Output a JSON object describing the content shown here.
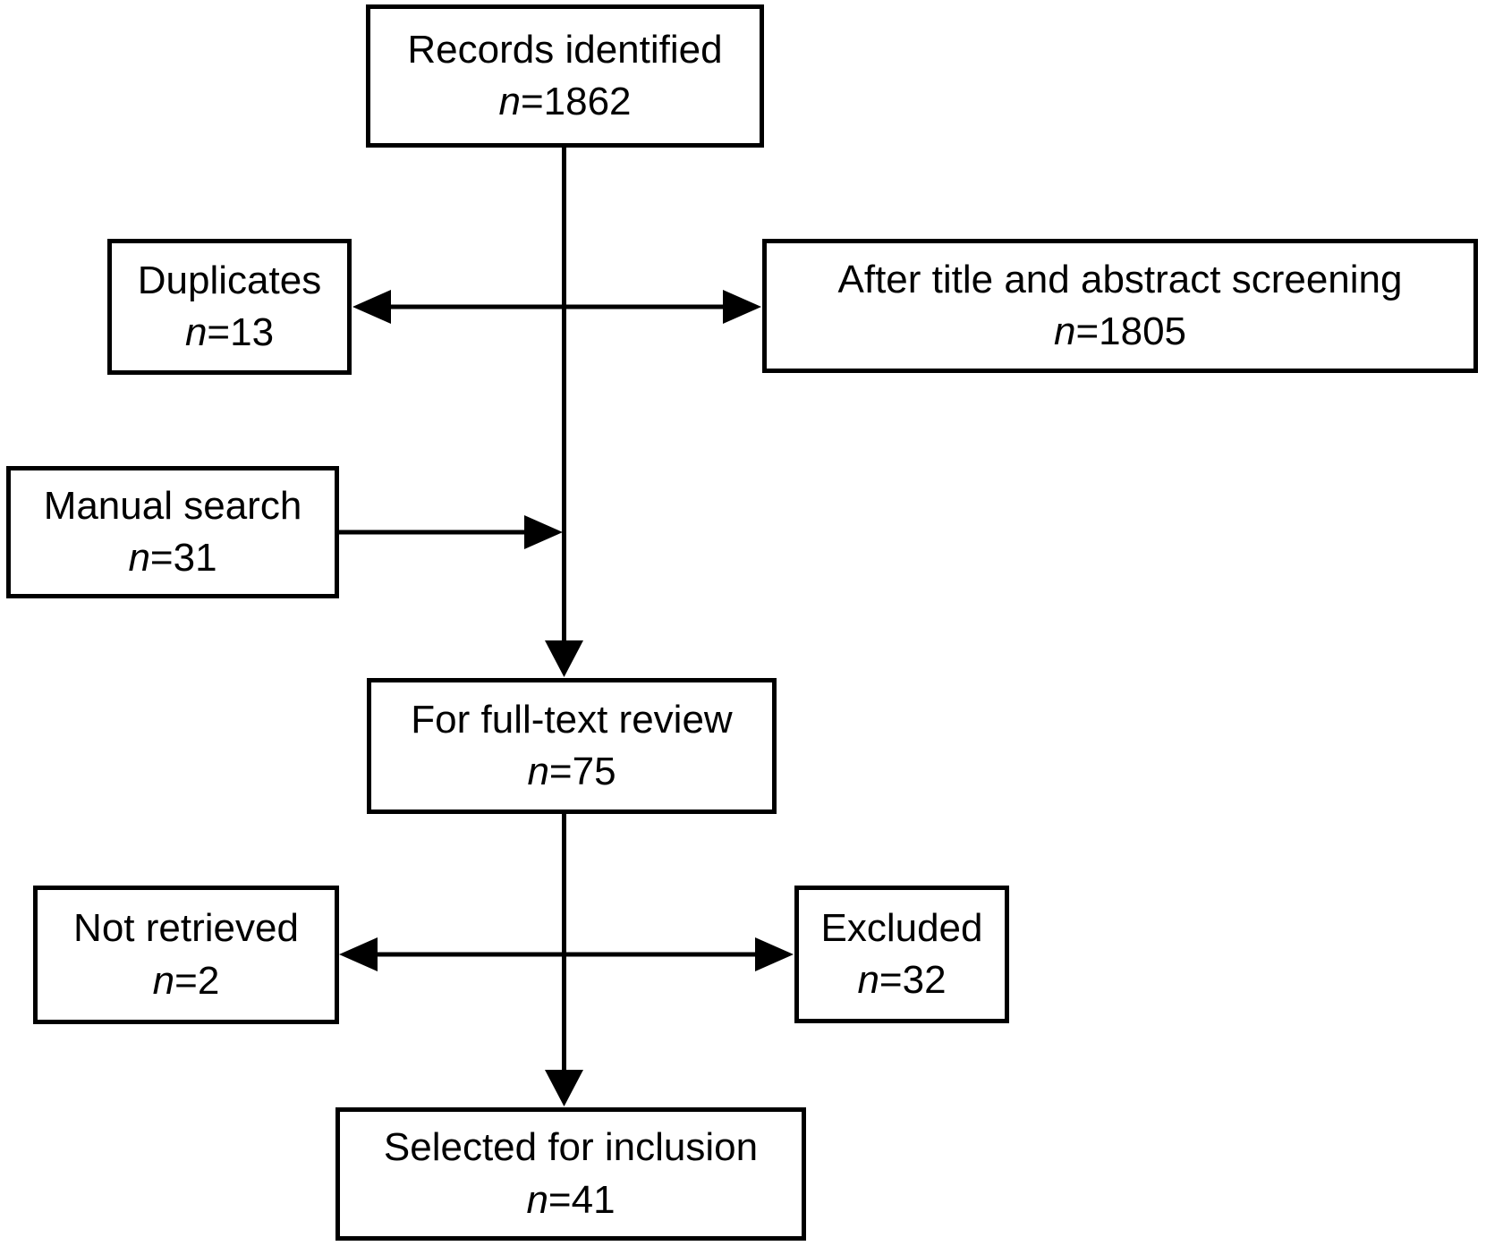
{
  "diagram": {
    "type": "flowchart",
    "colors": {
      "line": "#000000",
      "text": "#000000",
      "background": "#ffffff",
      "box_fill": "#ffffff"
    },
    "boxes": [
      {
        "id": "records-identified",
        "label": "Records identified",
        "n": "n",
        "value": "=1862"
      },
      {
        "id": "duplicates",
        "label": "Duplicates",
        "n": "n",
        "value": "=13"
      },
      {
        "id": "title-abstract-screening",
        "label": "After title and abstract screening",
        "n": "n",
        "value": "=1805"
      },
      {
        "id": "manual-search",
        "label": "Manual search",
        "n": "n",
        "value": "=31"
      },
      {
        "id": "full-text-review",
        "label": "For full-text review",
        "n": "n",
        "value": "=75"
      },
      {
        "id": "not-retrieved",
        "label": "Not retrieved",
        "n": "n",
        "value": "=2"
      },
      {
        "id": "excluded",
        "label": "Excluded",
        "n": "n",
        "value": "=32"
      },
      {
        "id": "selected-for-inclusion",
        "label": "Selected for inclusion",
        "n": "n",
        "value": "=41"
      }
    ],
    "edges": [
      {
        "from": "records-identified",
        "to": "full-text-review",
        "type": "arrow-down"
      },
      {
        "from": "records-identified",
        "to": "duplicates",
        "type": "arrow-left"
      },
      {
        "from": "records-identified",
        "to": "title-abstract-screening",
        "type": "arrow-right"
      },
      {
        "from": "manual-search",
        "to": "full-text-review",
        "type": "arrow-right"
      },
      {
        "from": "full-text-review",
        "to": "not-retrieved",
        "type": "arrow-left"
      },
      {
        "from": "full-text-review",
        "to": "excluded",
        "type": "arrow-right"
      },
      {
        "from": "full-text-review",
        "to": "selected-for-inclusion",
        "type": "arrow-down"
      }
    ]
  }
}
